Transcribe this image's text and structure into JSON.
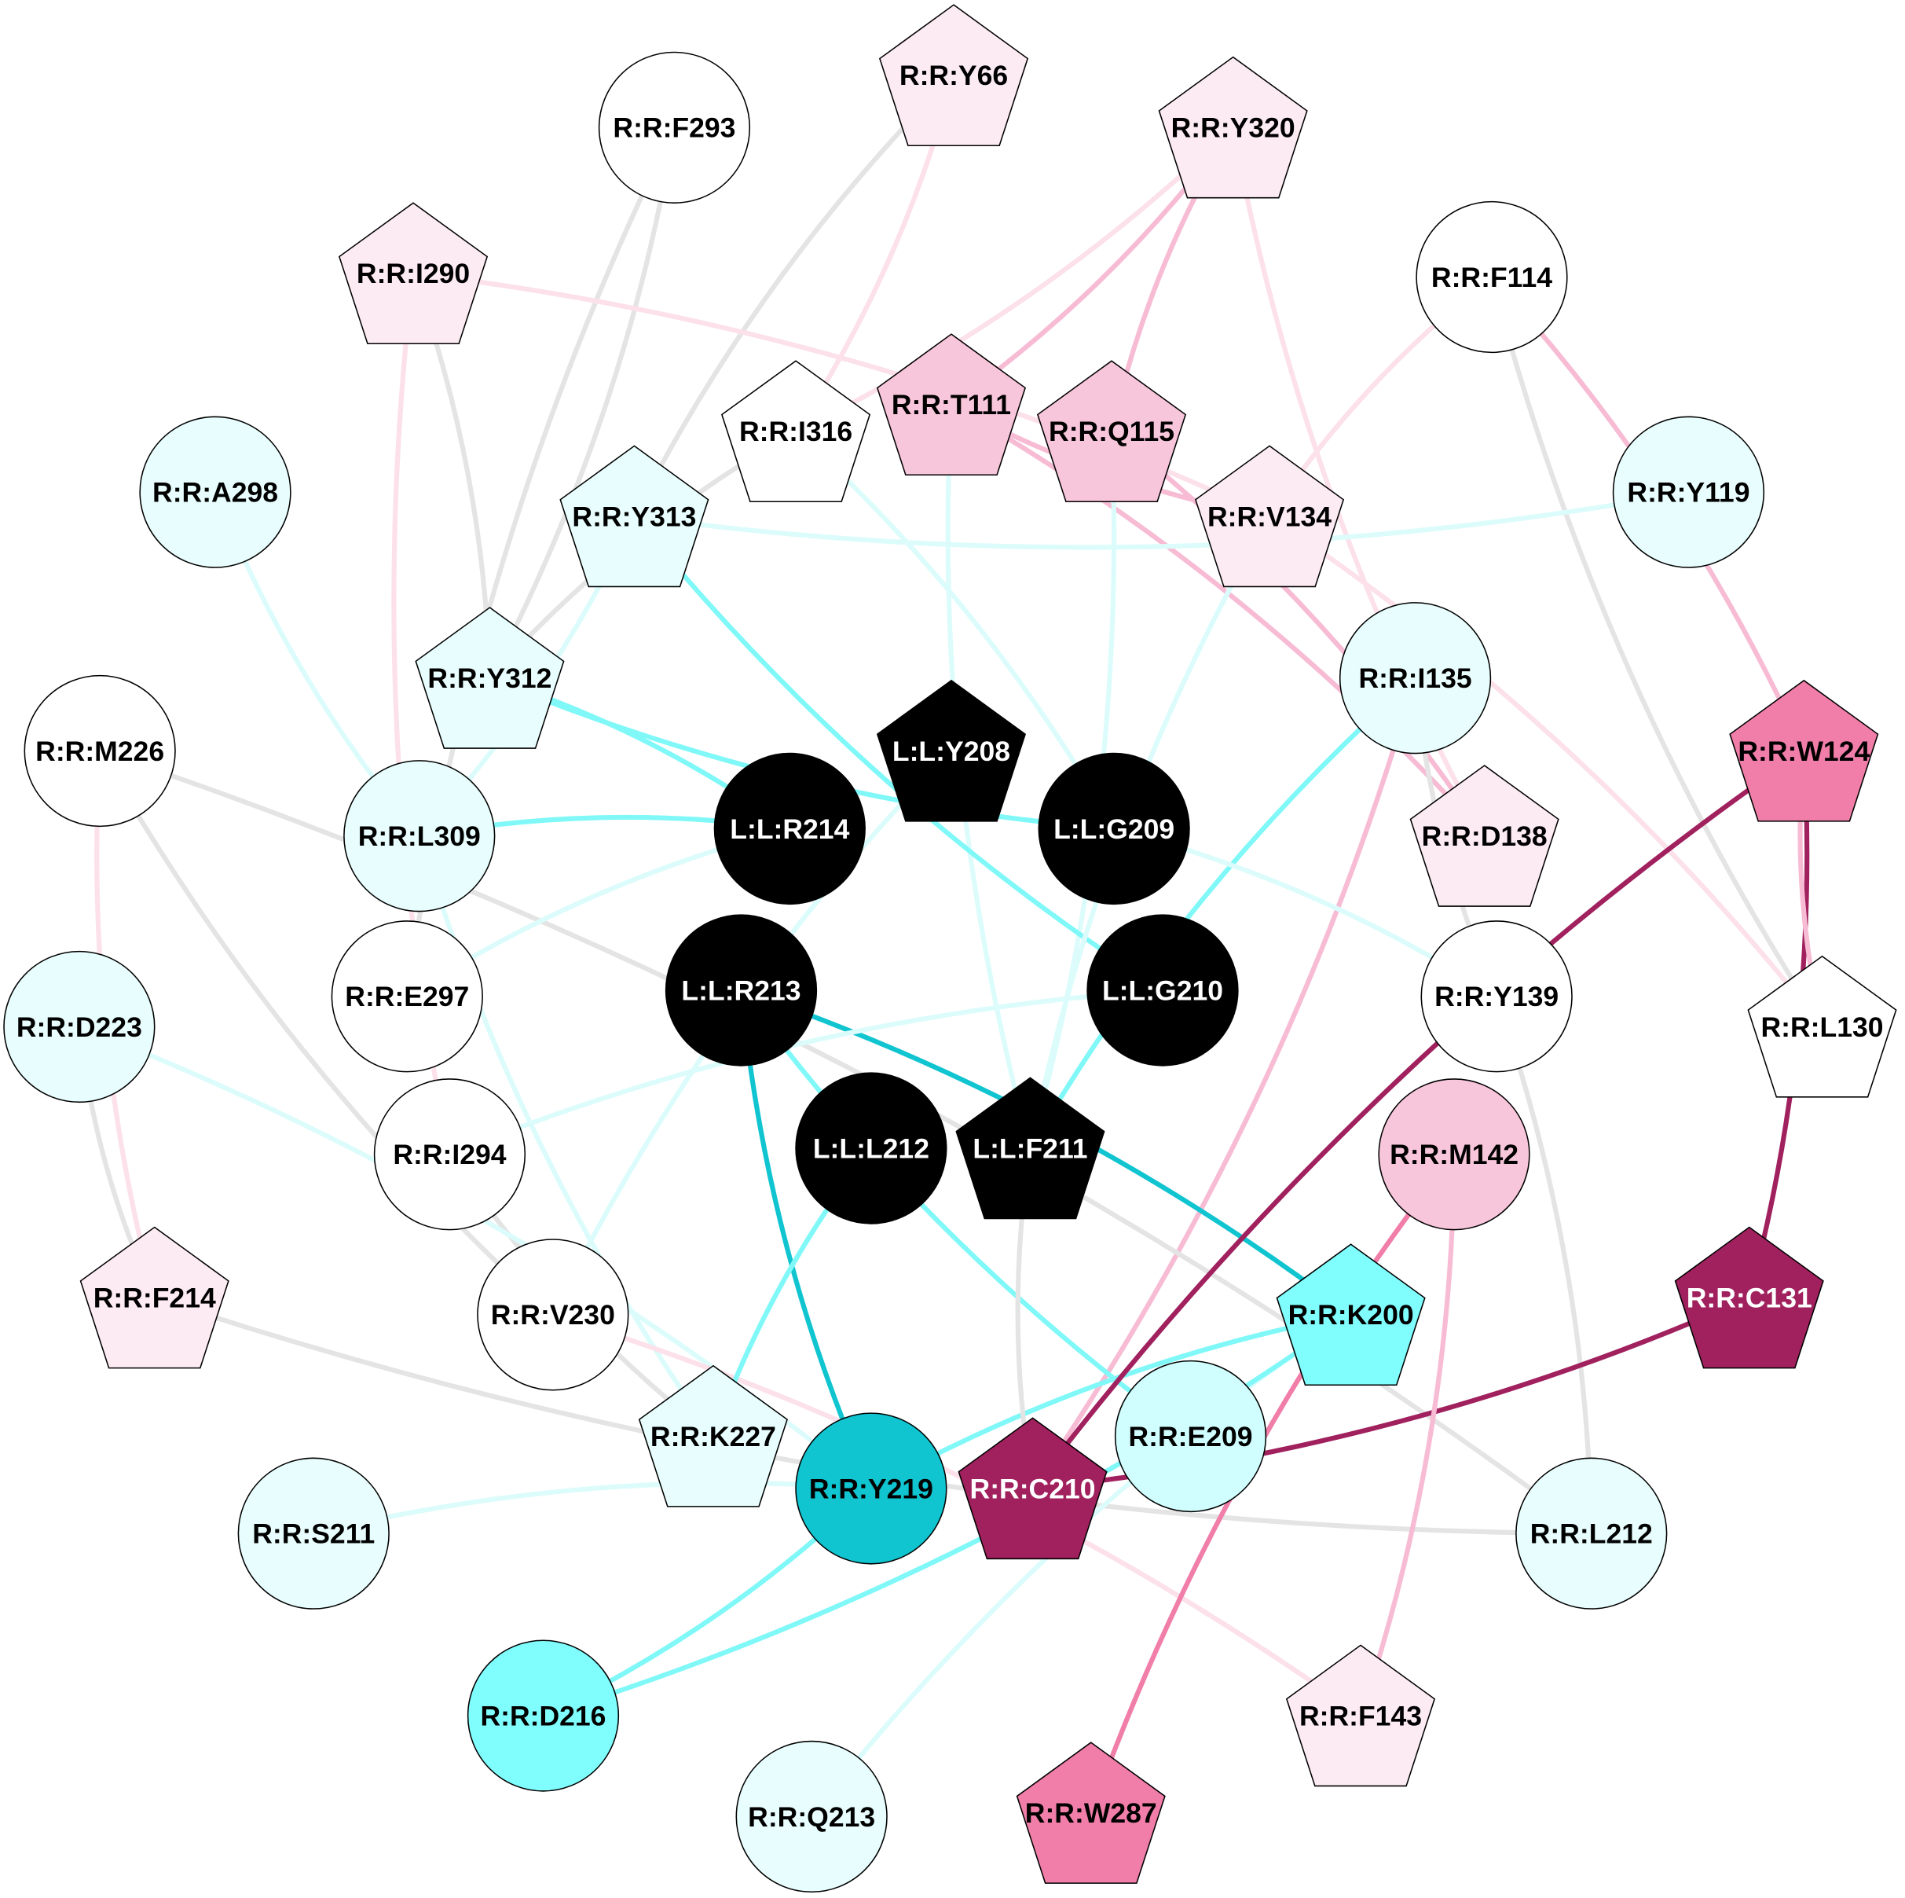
{
  "colors": {
    "white": "#ffffff",
    "black": "#000000",
    "light_pink": "#fcebf2",
    "pink": "#f8c6da",
    "hot_pink": "#f07ea8",
    "maroon": "#a0215e",
    "light_cyan": "#e8fdfd",
    "pale_cyan": "#d0fdfd",
    "cyan": "#80fdfd",
    "teal": "#10c4d0",
    "grey_edge": "#e4e4e4",
    "light_pink_edge": "#fce0ea",
    "pink_edge": "#f7bcd4",
    "light_cyan_edge": "#dcfcfc",
    "cyan_edge": "#80f8f8"
  },
  "nodes": [
    {
      "id": "R:R:Y66",
      "shape": "pentagon",
      "fill": "#fcebf2",
      "text": "#000000"
    },
    {
      "id": "R:R:F293",
      "shape": "circle",
      "fill": "#ffffff",
      "text": "#000000"
    },
    {
      "id": "R:R:Y320",
      "shape": "pentagon",
      "fill": "#fcebf2",
      "text": "#000000"
    },
    {
      "id": "R:R:I290",
      "shape": "pentagon",
      "fill": "#fcebf2",
      "text": "#000000"
    },
    {
      "id": "R:R:F114",
      "shape": "circle",
      "fill": "#ffffff",
      "text": "#000000"
    },
    {
      "id": "R:R:T111",
      "shape": "pentagon",
      "fill": "#f8c6da",
      "text": "#000000"
    },
    {
      "id": "R:R:Q115",
      "shape": "pentagon",
      "fill": "#f8c6da",
      "text": "#000000"
    },
    {
      "id": "R:R:I316",
      "shape": "pentagon",
      "fill": "#ffffff",
      "text": "#000000"
    },
    {
      "id": "R:R:A298",
      "shape": "circle",
      "fill": "#e8fdfd",
      "text": "#000000"
    },
    {
      "id": "R:R:Y119",
      "shape": "circle",
      "fill": "#e8fdfd",
      "text": "#000000"
    },
    {
      "id": "R:R:Y313",
      "shape": "pentagon",
      "fill": "#e8fdfd",
      "text": "#000000"
    },
    {
      "id": "R:R:V134",
      "shape": "pentagon",
      "fill": "#fcebf2",
      "text": "#000000"
    },
    {
      "id": "R:R:Y312",
      "shape": "pentagon",
      "fill": "#e8fdfd",
      "text": "#000000"
    },
    {
      "id": "R:R:I135",
      "shape": "circle",
      "fill": "#e8fdfd",
      "text": "#000000"
    },
    {
      "id": "L:L:Y208",
      "shape": "pentagon",
      "fill": "#000000",
      "text": "#ffffff"
    },
    {
      "id": "R:R:M226",
      "shape": "circle",
      "fill": "#ffffff",
      "text": "#000000"
    },
    {
      "id": "R:R:W124",
      "shape": "pentagon",
      "fill": "#f07ea8",
      "text": "#000000"
    },
    {
      "id": "L:L:R214",
      "shape": "circle",
      "fill": "#000000",
      "text": "#ffffff"
    },
    {
      "id": "L:L:G209",
      "shape": "circle",
      "fill": "#000000",
      "text": "#ffffff"
    },
    {
      "id": "R:R:L309",
      "shape": "circle",
      "fill": "#e8fdfd",
      "text": "#000000"
    },
    {
      "id": "R:R:D138",
      "shape": "pentagon",
      "fill": "#fcebf2",
      "text": "#000000"
    },
    {
      "id": "L:L:R213",
      "shape": "circle",
      "fill": "#000000",
      "text": "#ffffff"
    },
    {
      "id": "L:L:G210",
      "shape": "circle",
      "fill": "#000000",
      "text": "#ffffff"
    },
    {
      "id": "R:R:E297",
      "shape": "circle",
      "fill": "#ffffff",
      "text": "#000000"
    },
    {
      "id": "R:R:Y139",
      "shape": "circle",
      "fill": "#ffffff",
      "text": "#000000"
    },
    {
      "id": "R:R:D223",
      "shape": "circle",
      "fill": "#e8fdfd",
      "text": "#000000"
    },
    {
      "id": "R:R:L130",
      "shape": "pentagon",
      "fill": "#ffffff",
      "text": "#000000"
    },
    {
      "id": "L:L:L212",
      "shape": "circle",
      "fill": "#000000",
      "text": "#ffffff"
    },
    {
      "id": "L:L:F211",
      "shape": "pentagon",
      "fill": "#000000",
      "text": "#ffffff"
    },
    {
      "id": "R:R:I294",
      "shape": "circle",
      "fill": "#ffffff",
      "text": "#000000"
    },
    {
      "id": "R:R:M142",
      "shape": "circle",
      "fill": "#f8c6da",
      "text": "#000000"
    },
    {
      "id": "R:R:F214",
      "shape": "pentagon",
      "fill": "#fcebf2",
      "text": "#000000"
    },
    {
      "id": "R:R:V230",
      "shape": "circle",
      "fill": "#ffffff",
      "text": "#000000"
    },
    {
      "id": "R:R:K200",
      "shape": "pentagon",
      "fill": "#80fdfd",
      "text": "#000000"
    },
    {
      "id": "R:R:C131",
      "shape": "pentagon",
      "fill": "#a0215e",
      "text": "#ffffff"
    },
    {
      "id": "R:R:K227",
      "shape": "pentagon",
      "fill": "#e8fdfd",
      "text": "#000000"
    },
    {
      "id": "R:R:E209",
      "shape": "circle",
      "fill": "#d0fdfd",
      "text": "#000000"
    },
    {
      "id": "R:R:Y219",
      "shape": "circle",
      "fill": "#10c4d0",
      "text": "#000000"
    },
    {
      "id": "R:R:C210",
      "shape": "pentagon",
      "fill": "#a0215e",
      "text": "#ffffff"
    },
    {
      "id": "R:R:S211",
      "shape": "circle",
      "fill": "#e8fdfd",
      "text": "#000000"
    },
    {
      "id": "R:R:L212",
      "shape": "circle",
      "fill": "#e8fdfd",
      "text": "#000000"
    },
    {
      "id": "R:R:D216",
      "shape": "circle",
      "fill": "#80fdfd",
      "text": "#000000"
    },
    {
      "id": "R:R:F143",
      "shape": "pentagon",
      "fill": "#fcebf2",
      "text": "#000000"
    },
    {
      "id": "R:R:Q213",
      "shape": "circle",
      "fill": "#e8fdfd",
      "text": "#000000"
    },
    {
      "id": "R:R:W287",
      "shape": "pentagon",
      "fill": "#f07ea8",
      "text": "#000000"
    }
  ],
  "edges": [
    {
      "source": "R:R:Y66",
      "target": "R:R:I316",
      "color": "#fce0ea"
    },
    {
      "source": "R:R:Y66",
      "target": "R:R:Y313",
      "color": "#e4e4e4"
    },
    {
      "source": "R:R:F293",
      "target": "R:R:Y312",
      "color": "#e4e4e4"
    },
    {
      "source": "R:R:F293",
      "target": "R:R:E297",
      "color": "#e4e4e4"
    },
    {
      "source": "R:R:Y320",
      "target": "R:R:T111",
      "color": "#f7bcd4"
    },
    {
      "source": "R:R:Y320",
      "target": "R:R:Q115",
      "color": "#f7bcd4"
    },
    {
      "source": "R:R:Y320",
      "target": "R:R:I316",
      "color": "#fce0ea"
    },
    {
      "source": "R:R:Y320",
      "target": "R:R:D138",
      "color": "#fce0ea"
    },
    {
      "source": "R:R:I290",
      "target": "R:R:Y312",
      "color": "#e4e4e4"
    },
    {
      "source": "R:R:I290",
      "target": "R:R:I294",
      "color": "#fce0ea"
    },
    {
      "source": "R:R:I290",
      "target": "R:R:V134",
      "color": "#fce0ea"
    },
    {
      "source": "R:R:F114",
      "target": "R:R:V134",
      "color": "#fce0ea"
    },
    {
      "source": "R:R:F114",
      "target": "R:R:W124",
      "color": "#f7bcd4"
    },
    {
      "source": "R:R:F114",
      "target": "R:R:L130",
      "color": "#e4e4e4"
    },
    {
      "source": "R:R:T111",
      "target": "R:R:D138",
      "color": "#f7bcd4"
    },
    {
      "source": "R:R:T111",
      "target": "R:R:V134",
      "color": "#f7bcd4"
    },
    {
      "source": "R:R:Q115",
      "target": "R:R:D138",
      "color": "#f7bcd4"
    },
    {
      "source": "R:R:T111",
      "target": "L:L:F211",
      "color": "#dcfcfc"
    },
    {
      "source": "R:R:Q115",
      "target": "L:L:F211",
      "color": "#dcfcfc"
    },
    {
      "source": "R:R:I316",
      "target": "R:R:Y312",
      "color": "#e4e4e4"
    },
    {
      "source": "R:R:I316",
      "target": "L:L:G209",
      "color": "#dcfcfc"
    },
    {
      "source": "R:R:A298",
      "target": "R:R:L309",
      "color": "#dcfcfc"
    },
    {
      "source": "R:R:Y119",
      "target": "R:R:Y313",
      "color": "#dcfcfc"
    },
    {
      "source": "R:R:Y313",
      "target": "L:L:G210",
      "color": "#80f8f8"
    },
    {
      "source": "R:R:Y313",
      "target": "R:R:L309",
      "color": "#dcfcfc"
    },
    {
      "source": "R:R:V134",
      "target": "L:L:F211",
      "color": "#dcfcfc"
    },
    {
      "source": "R:R:V134",
      "target": "R:R:L130",
      "color": "#fce0ea"
    },
    {
      "source": "R:R:Y312",
      "target": "L:L:G209",
      "color": "#80f8f8"
    },
    {
      "source": "R:R:Y312",
      "target": "L:L:R214",
      "color": "#80f8f8"
    },
    {
      "source": "R:R:I135",
      "target": "L:L:F211",
      "color": "#80f8f8"
    },
    {
      "source": "R:R:I135",
      "target": "R:R:C210",
      "color": "#f7bcd4"
    },
    {
      "source": "R:R:I135",
      "target": "R:R:Y139",
      "color": "#e4e4e4"
    },
    {
      "source": "R:R:Y139",
      "target": "R:R:L212",
      "color": "#e4e4e4"
    },
    {
      "source": "R:R:M226",
      "target": "R:R:V230",
      "color": "#e4e4e4"
    },
    {
      "source": "R:R:M226",
      "target": "R:R:L212",
      "color": "#e4e4e4"
    },
    {
      "source": "R:R:M226",
      "target": "R:R:F214",
      "color": "#fce0ea"
    },
    {
      "source": "R:R:L309",
      "target": "L:L:R214",
      "color": "#80f8f8"
    },
    {
      "source": "R:R:L309",
      "target": "R:R:K227",
      "color": "#dcfcfc"
    },
    {
      "source": "R:R:E297",
      "target": "L:L:R214",
      "color": "#dcfcfc"
    },
    {
      "source": "L:L:R213",
      "target": "R:R:Y219",
      "color": "#10c4d0"
    },
    {
      "source": "L:L:R213",
      "target": "R:R:K200",
      "color": "#10c4d0"
    },
    {
      "source": "L:L:R213",
      "target": "R:R:E209",
      "color": "#80f8f8"
    },
    {
      "source": "R:R:V230",
      "target": "L:L:Y208",
      "color": "#dcfcfc"
    },
    {
      "source": "R:R:I294",
      "target": "R:R:K227",
      "color": "#e4e4e4"
    },
    {
      "source": "R:R:I294",
      "target": "L:L:G210",
      "color": "#dcfcfc"
    },
    {
      "source": "R:R:D223",
      "target": "R:R:F214",
      "color": "#e4e4e4"
    },
    {
      "source": "R:R:D223",
      "target": "R:R:Y219",
      "color": "#dcfcfc"
    },
    {
      "source": "R:R:F214",
      "target": "R:R:L212",
      "color": "#e4e4e4"
    },
    {
      "source": "R:R:V230",
      "target": "R:R:F143",
      "color": "#fce0ea"
    },
    {
      "source": "R:R:K200",
      "target": "R:R:Y219",
      "color": "#80f8f8"
    },
    {
      "source": "R:R:S211",
      "target": "R:R:Y219",
      "color": "#dcfcfc"
    },
    {
      "source": "R:R:K200",
      "target": "R:R:Q213",
      "color": "#dcfcfc"
    },
    {
      "source": "R:R:K200",
      "target": "R:R:D216",
      "color": "#80f8f8"
    },
    {
      "source": "R:R:W124",
      "target": "R:R:C210",
      "color": "#a0215e"
    },
    {
      "source": "R:R:W124",
      "target": "R:R:C131",
      "color": "#a0215e"
    },
    {
      "source": "R:R:W124",
      "target": "R:R:L130",
      "color": "#f7bcd4"
    },
    {
      "source": "R:R:C131",
      "target": "R:R:C210",
      "color": "#a0215e"
    },
    {
      "source": "R:R:M142",
      "target": "R:R:W287",
      "color": "#f07ea8"
    },
    {
      "source": "R:R:M142",
      "target": "R:R:F143",
      "color": "#f7bcd4"
    },
    {
      "source": "L:L:L212",
      "target": "R:R:K227",
      "color": "#80f8f8"
    },
    {
      "source": "R:R:Y219",
      "target": "R:R:D216",
      "color": "#80f8f8"
    },
    {
      "source": "L:L:F211",
      "target": "R:R:C210",
      "color": "#e4e4e4"
    },
    {
      "source": "L:L:G209",
      "target": "R:R:Y139",
      "color": "#dcfcfc"
    }
  ]
}
